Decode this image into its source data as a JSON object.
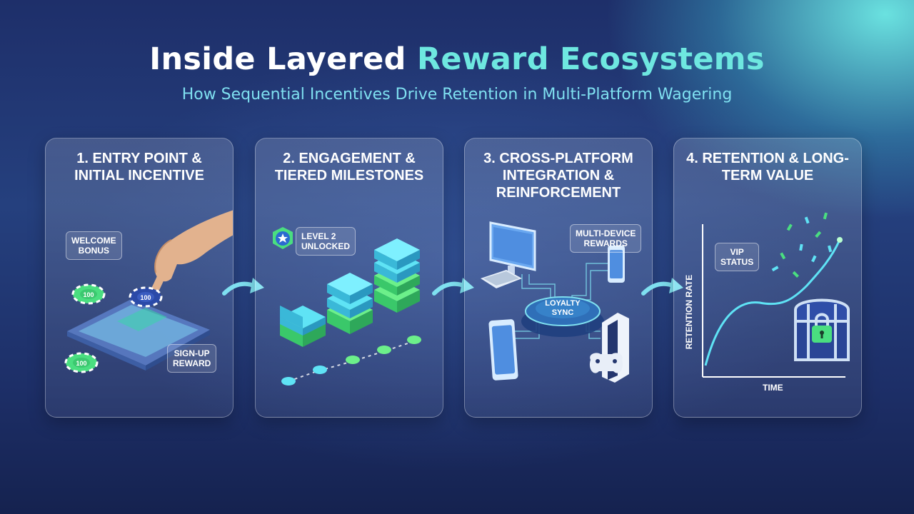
{
  "header": {
    "title_main": "Inside Layered ",
    "title_accent": "Reward Ecosystems",
    "subtitle": "How Sequential Incentives Drive Retention in Multi-Platform Wagering"
  },
  "panels": [
    {
      "title": "1. Entry Point & Initial Incentive",
      "tags": [
        "Welcome Bonus",
        "Sign-Up Reward"
      ],
      "chip_label": "100",
      "icons": [
        "hand-icon",
        "tablet-icon",
        "poker-chip-icon"
      ]
    },
    {
      "title": "2. Engagement & Tiered Milestones",
      "tags": [
        "Level 2 Unlocked"
      ],
      "icons": [
        "star-badge-icon",
        "stacked-blocks-icon",
        "progress-chip-icon"
      ]
    },
    {
      "title": "3. Cross-Platform Integration & Reinforcement",
      "tags": [
        "Multi-Device Rewards"
      ],
      "hub_label": "Loyalty Sync",
      "icons": [
        "desktop-icon",
        "keyboard-icon",
        "smartphone-icon",
        "tablet-icon",
        "console-icon",
        "gamepad-icon"
      ]
    },
    {
      "title": "4. Retention & Long-Term Value",
      "tags": [
        "VIP Status"
      ],
      "y_axis_label": "Retention Rate",
      "x_axis_label": "Time",
      "icons": [
        "treasure-chest-icon",
        "lock-icon"
      ]
    }
  ],
  "colors": {
    "accent_cyan": "#6ee7e0",
    "subtitle": "#7fe0f0",
    "chip_green": "#4ade80",
    "chip_blue": "#2b4aa8",
    "block_cyan": "#5fe3f5",
    "block_green": "#6cf08a"
  }
}
